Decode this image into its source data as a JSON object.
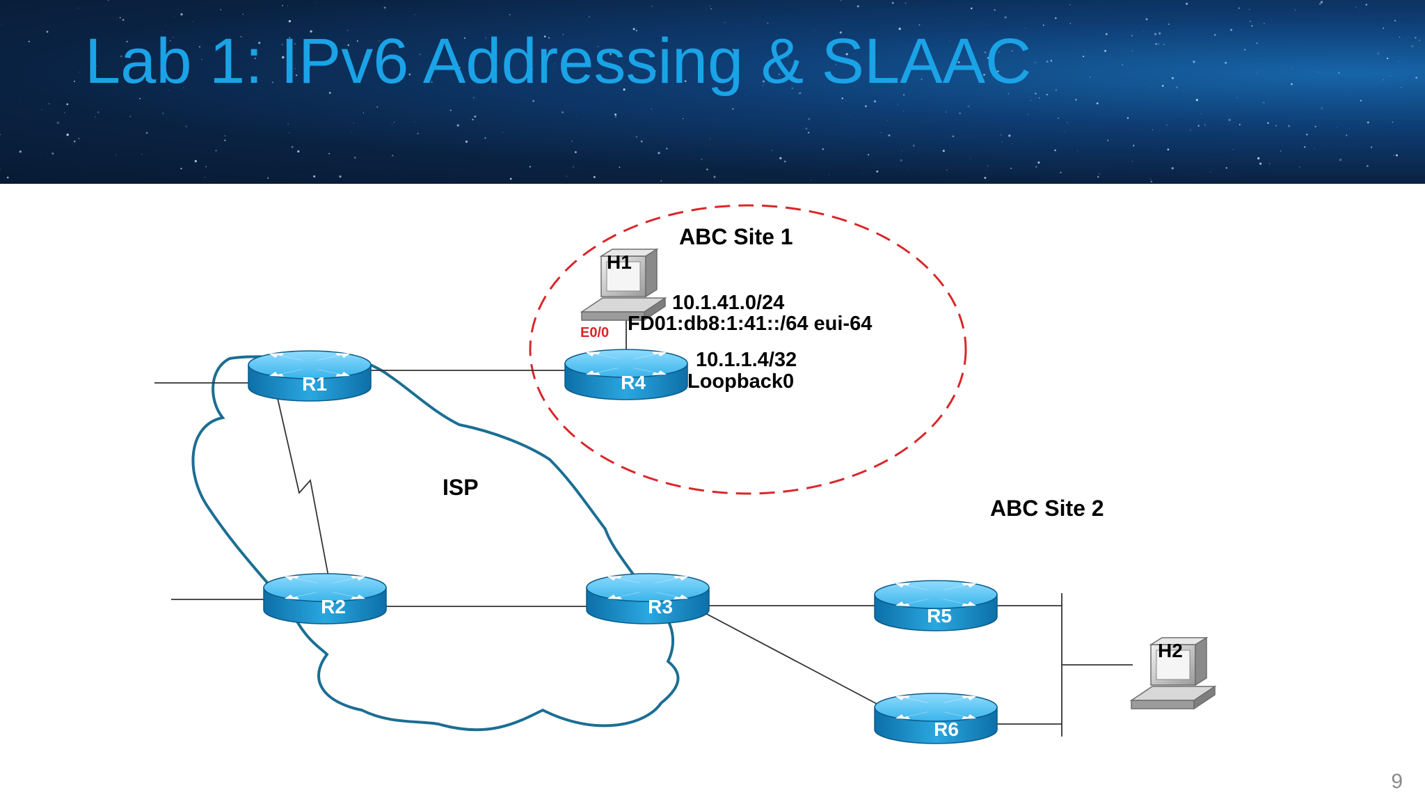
{
  "slide": {
    "title": "Lab 1: IPv6 Addressing & SLAAC",
    "page_number": "9"
  },
  "colors": {
    "title": "#1aa3e6",
    "cloud_outline": "#1b6e93",
    "site_circle": "#d9262a",
    "router_body": "#1f9fd6",
    "interface_label": "#d9262a"
  },
  "diagram": {
    "site1_label": "ABC Site 1",
    "site2_label": "ABC Site 2",
    "cloud_label": "ISP",
    "routers": [
      {
        "id": "r1",
        "label": "R1"
      },
      {
        "id": "r2",
        "label": "R2"
      },
      {
        "id": "r3",
        "label": "R3"
      },
      {
        "id": "r4",
        "label": "R4"
      },
      {
        "id": "r5",
        "label": "R5"
      },
      {
        "id": "r6",
        "label": "R6"
      }
    ],
    "hosts": [
      {
        "id": "h1",
        "label": "H1",
        "icon": "desktop-computer-icon"
      },
      {
        "id": "h2",
        "label": "H2",
        "icon": "desktop-computer-icon"
      }
    ],
    "annotations": {
      "h1_subnet_ipv4": "10.1.41.0/24",
      "h1_subnet_ipv6": "FD01:db8:1:41::/64 eui-64",
      "r4_interface": "E0/0",
      "r4_loopback_ip": "10.1.1.4/32",
      "r4_loopback_name": "Loopback0"
    }
  }
}
